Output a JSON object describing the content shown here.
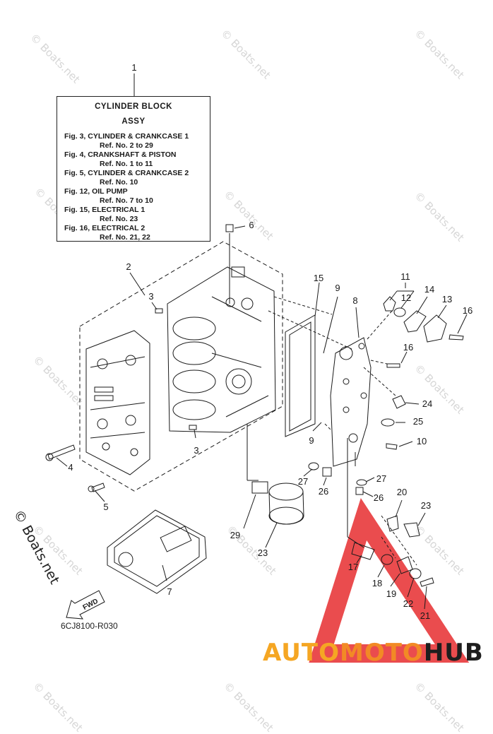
{
  "watermark": "© Boats.net",
  "info_box": {
    "line1": "CYLINDER  BLOCK",
    "line2": "ASSY",
    "refs": [
      {
        "fig": "Fig. 3, CYLINDER & CRANKCASE 1",
        "ref": "Ref. No. 2 to 29"
      },
      {
        "fig": "Fig. 4, CRANKSHAFT & PISTON",
        "ref": "Ref. No. 1 to 11"
      },
      {
        "fig": "Fig. 5, CYLINDER & CRANKCASE 2",
        "ref": "Ref. No. 10"
      },
      {
        "fig": "Fig. 12, OIL PUMP",
        "ref": "Ref. No. 7 to 10"
      },
      {
        "fig": "Fig. 15, ELECTRICAL 1",
        "ref": "Ref. No. 23"
      },
      {
        "fig": "Fig. 16, ELECTRICAL 2",
        "ref": "Ref. No. 21, 22"
      }
    ]
  },
  "callouts": [
    "1",
    "2",
    "3",
    "3",
    "4",
    "5",
    "6",
    "7",
    "8",
    "9",
    "9",
    "10",
    "11",
    "12",
    "13",
    "14",
    "15",
    "16",
    "16",
    "17",
    "18",
    "19",
    "20",
    "21",
    "22",
    "23",
    "23",
    "24",
    "25",
    "26",
    "26",
    "27",
    "27",
    "29"
  ],
  "fwd_label": "FWD",
  "drawing_code": "6CJ8100-R030",
  "brand": {
    "part1": "AUTO",
    "part2": "MOTO",
    "part3": "HUB"
  },
  "colors": {
    "brand_yellow": "#f5a623",
    "brand_orange": "#f28a25",
    "triangle_red": "#e8383b"
  }
}
